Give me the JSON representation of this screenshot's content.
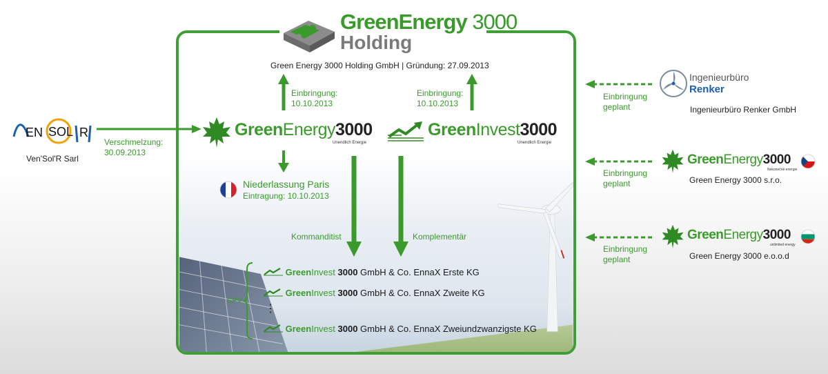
{
  "holding": {
    "logo_green": "GreenEnergy",
    "logo_num": " 3000",
    "logo_gray": "Holding",
    "subtitle": "Green Energy 3000 Holding GmbH | Gründung: 27.09.2013"
  },
  "left_company": {
    "logo": "VEN SOL R",
    "name": "Ven'Sol'R Sarl",
    "arrow_label_1": "Verschmelzung:",
    "arrow_label_2": "30.09.2013"
  },
  "ge3000": {
    "green": "Green",
    "light": "Energy",
    "num": "3000",
    "tag": "Unendlich Energie",
    "up_label_1": "Einbringung:",
    "up_label_2": "10.10.2013"
  },
  "gi3000": {
    "green": "Green",
    "light": "Invest",
    "num": "3000",
    "tag": "Unendlich Energie",
    "up_label_1": "Einbringung:",
    "up_label_2": "10.10.2013"
  },
  "paris": {
    "title": "Niederlassung Paris",
    "date": "Eintragung: 10.10.2013"
  },
  "roles": {
    "left": "Kommanditist",
    "right": "Komplementär"
  },
  "spv": {
    "label": "SPV",
    "ellipsis": "⋮",
    "items": [
      {
        "green": "Green",
        "light": "Invest",
        "num": "3000",
        "rest": " GmbH & Co. EnnaX Erste KG"
      },
      {
        "green": "Green",
        "light": "Invest",
        "num": "3000",
        "rest": " GmbH & Co. EnnaX Zweite KG"
      },
      {
        "green": "Green",
        "light": "Invest",
        "num": "3000",
        "rest": " GmbH & Co. EnnaX Zweiundzwanzigste KG"
      }
    ]
  },
  "right": {
    "renker": {
      "logo_1": "Ingenieurbüro",
      "logo_2": "Renker",
      "name": "Ingenieurbüro Renker GmbH",
      "label_1": "Einbringung",
      "label_2": "geplant"
    },
    "cz": {
      "green": "Green",
      "light": "Energy",
      "num": "3000",
      "tag": "Nekonečné energie",
      "name": "Green Energy 3000 s.r.o.",
      "label_1": "Einbringung",
      "label_2": "geplant"
    },
    "bg": {
      "green": "Green",
      "light": "Energy",
      "num": "3000",
      "tag": "unlimited energy",
      "name": "Green Energy 3000 e.o.o.d",
      "label_1": "Einbringung",
      "label_2": "geplant"
    }
  },
  "colors": {
    "accent": "#3a9a2c",
    "frame": "#3f9e34",
    "flag_fr": [
      "#1f3f9a",
      "#ffffff",
      "#d6202a"
    ]
  }
}
